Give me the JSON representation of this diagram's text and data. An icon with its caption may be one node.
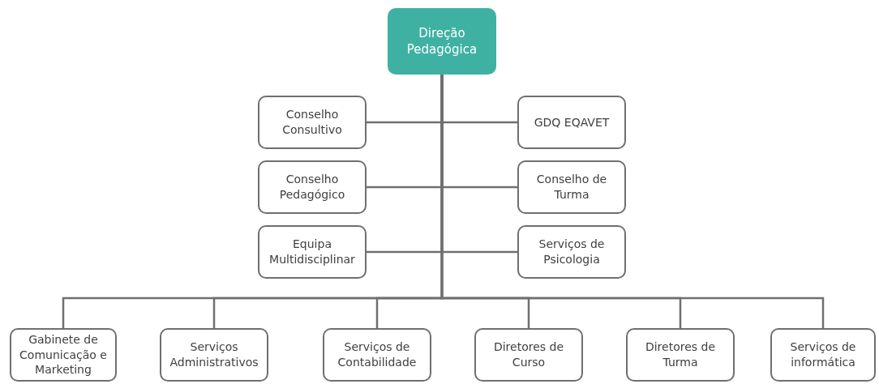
{
  "diagram": {
    "nodes": [
      {
        "text": [
          "Direção Pedagógica"
        ]
      },
      {
        "text": [
          "Conselho Consultivo"
        ]
      },
      {
        "text": [
          "GDQ EQAVET"
        ]
      },
      {
        "text": [
          "Conselho Pedagógico"
        ]
      },
      {
        "text": [
          "Conselho de Turma"
        ]
      },
      {
        "text": [
          "Equipa Multidisciplinar"
        ]
      },
      {
        "text": [
          "Serviços de Psicologia"
        ]
      },
      {
        "text": [
          "Gabinete de Comunicação e Marketing"
        ]
      },
      {
        "text": [
          "Serviços Administrativos"
        ]
      },
      {
        "text": [
          "Serviços de Contabilidade"
        ]
      },
      {
        "text": [
          "Diretores de Curso"
        ]
      },
      {
        "text": [
          "Diretores de Turma"
        ]
      },
      {
        "text": [
          "Serviços de informática"
        ]
      }
    ],
    "edges": [
      {
        "from": 0,
        "to": 1,
        "arrow": "none"
      },
      {
        "from": 0,
        "to": 2,
        "arrow": "none"
      },
      {
        "from": 0,
        "to": 3,
        "arrow": "none"
      },
      {
        "from": 0,
        "to": 4,
        "arrow": "none"
      },
      {
        "from": 0,
        "to": 5,
        "arrow": "none"
      },
      {
        "from": 0,
        "to": 6,
        "arrow": "none"
      },
      {
        "from": 0,
        "to": 7,
        "arrow": "none"
      },
      {
        "from": 0,
        "to": 8,
        "arrow": "none"
      },
      {
        "from": 0,
        "to": 9,
        "arrow": "none"
      },
      {
        "from": 0,
        "to": 10,
        "arrow": "none"
      },
      {
        "from": 0,
        "to": 11,
        "arrow": "none"
      },
      {
        "from": 0,
        "to": 12,
        "arrow": "none"
      }
    ]
  }
}
